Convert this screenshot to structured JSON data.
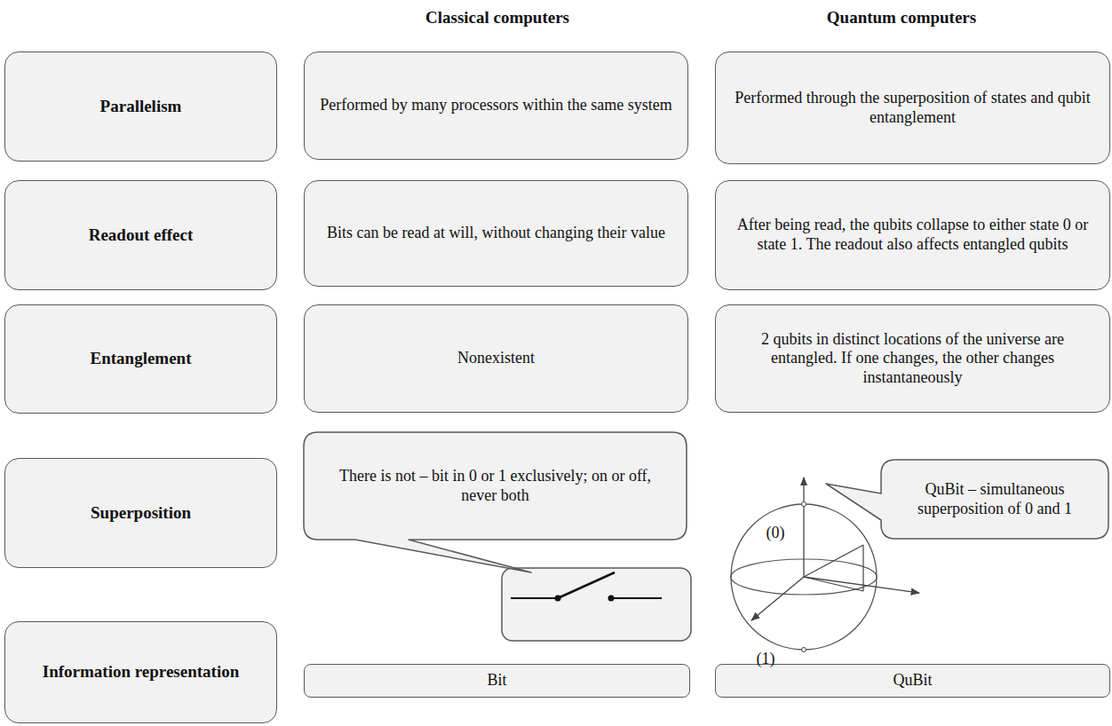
{
  "diagram": {
    "nodes": [
      {
        "text": [
          "Parallelism"
        ]
      },
      {
        "text": [
          "Performed by many processors within the same system"
        ]
      },
      {
        "text": [
          "Performed through the superposition of states and qubit entanglement"
        ]
      },
      {
        "text": [
          "Readout effect"
        ]
      },
      {
        "text": [
          "Bits can be read at will, without changing their value"
        ]
      },
      {
        "text": [
          "After being read, the qubits collapse to either state 0 or state 1. The readout also affects entangled qubits"
        ]
      },
      {
        "text": [
          "Entanglement"
        ]
      },
      {
        "text": [
          "Nonexistent"
        ]
      },
      {
        "text": [
          "2 qubits in distinct locations of the universe are entangled. If one changes, the other changes instantaneously"
        ]
      },
      {
        "text": [
          "Superposition"
        ]
      },
      {
        "text": [
          "There is not – bit in 0 or 1 exclusively; on or off, never both"
        ]
      },
      {
        "text": [
          "QuBit – simultaneous superposition of 0 and 1"
        ]
      },
      {
        "text": [
          "Information representation"
        ]
      },
      {
        "text": [
          "Bit"
        ]
      },
      {
        "text": [
          "QuBit"
        ]
      }
    ],
    "labels": [
      "Classical computers",
      "Quantum computers",
      "(0)",
      "(1)"
    ]
  }
}
